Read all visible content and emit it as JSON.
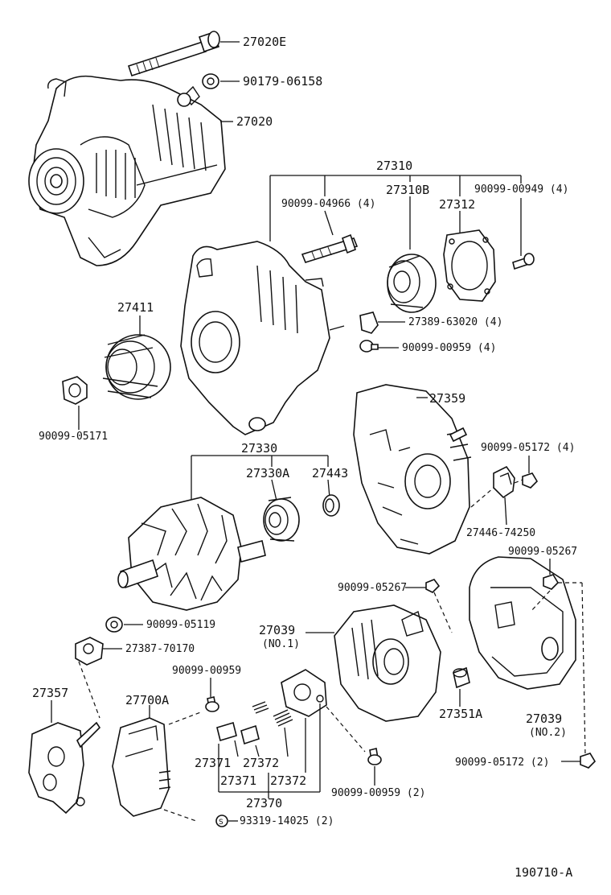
{
  "diagram_id": "190710-A",
  "parts": {
    "p27020E": "27020E",
    "p90179_06158": "90179-06158",
    "p27020": "27020",
    "p27310": "27310",
    "p90099_04966": "90099-04966 (4)",
    "p27310B": "27310B",
    "p90099_00949": "90099-00949 (4)",
    "p27312": "27312",
    "p27411": "27411",
    "p27389_63020": "27389-63020 (4)",
    "p90099_00959_4": "90099-00959 (4)",
    "p90099_05171": "90099-05171",
    "p27359": "27359",
    "p27330": "27330",
    "p27330A": "27330A",
    "p27443": "27443",
    "p90099_05172_4": "90099-05172 (4)",
    "p27446_74250": "27446-74250",
    "p90099_05267_r": "90099-05267",
    "p90099_05267_l": "90099-05267",
    "p90099_05119": "90099-05119",
    "p27387_70170": "27387-70170",
    "p27039_no1": "27039",
    "p27039_no1_sub": "(NO.1)",
    "p27357": "27357",
    "p90099_00959": "90099-00959",
    "p27700A": "27700A",
    "p27351A": "27351A",
    "p27039_no2": "27039",
    "p27039_no2_sub": "(NO.2)",
    "p27371_a": "27371",
    "p27372_a": "27372",
    "p27371_b": "27371",
    "p27372_b": "27372",
    "p27370": "27370",
    "p90099_05172_2": "90099-05172 (2)",
    "p90099_00959_2": "90099-00959 (2)",
    "p93319_14025": "93319-14025 (2)"
  }
}
